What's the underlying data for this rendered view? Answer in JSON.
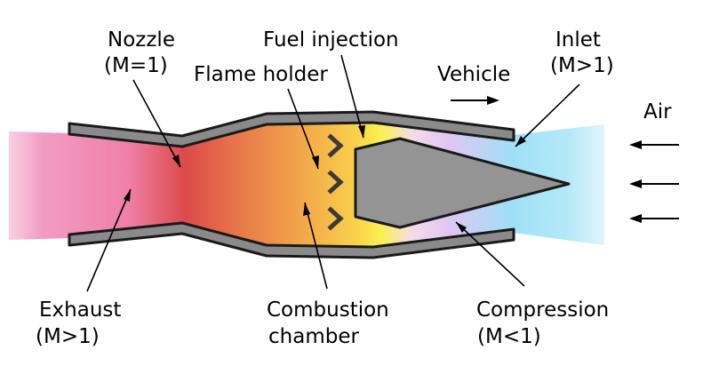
{
  "labels": {
    "nozzle": "Nozzle",
    "nozzle_mach": "(M=1)",
    "fuel_injection": "Fuel injection",
    "flame_holder": "Flame holder",
    "vehicle": "Vehicle",
    "inlet": "Inlet",
    "inlet_mach": "(M>1)",
    "air": "Air",
    "exhaust": "Exhaust",
    "exhaust_mach": "(M>1)",
    "combustion_line1": "Combustion",
    "combustion_line2": "chamber",
    "compression": "Compression",
    "compression_mach": "(M<1)"
  },
  "colors": {
    "exhaust_pink": "#f29bc3",
    "throat_red": "#dc4a4a",
    "combustion_orange": "#f2a54a",
    "flame_yellow": "#fdf050",
    "compression_lavender": "#e0c6f2",
    "inlet_blue": "#9ee0f7",
    "casing_gray": "#8a8a8a",
    "centerbody_gray": "#949494",
    "outline": "#1a1a1a",
    "flame_holder": "#3a3a3a"
  },
  "icons": [
    "vehicle-direction-arrow-icon",
    "air-flow-arrow-icon",
    "flame-holder-chevron-icon"
  ]
}
